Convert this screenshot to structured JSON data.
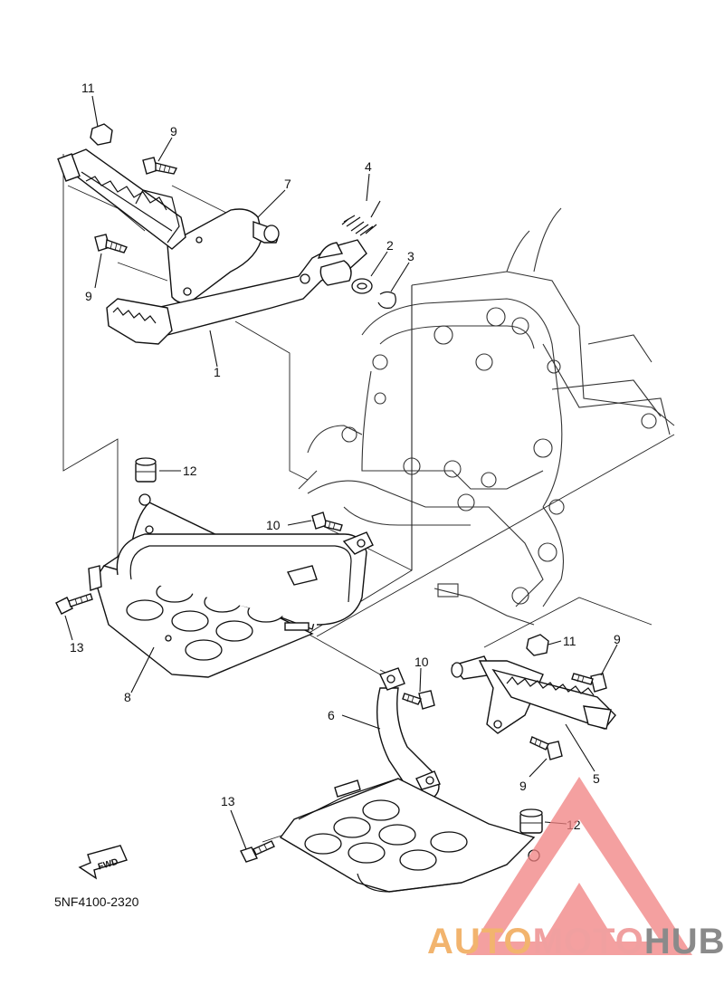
{
  "diagram_code": "5NF4100-2320",
  "fwd_label": "FWD",
  "watermark": {
    "part1": "AUTO",
    "part2": "MOTO",
    "part3": "HUB",
    "colors": {
      "auto": "#f2b46e",
      "moto": "#f0a0a0",
      "hub": "#8a8a8a",
      "logo": "#f08080"
    }
  },
  "callouts": {
    "c1": "1",
    "c2": "2",
    "c3": "3",
    "c4": "4",
    "c5": "5",
    "c6": "6",
    "c7": "7",
    "c8": "8",
    "c9a": "9",
    "c9b": "9",
    "c9c": "9",
    "c9d": "9",
    "c10a": "10",
    "c10b": "10",
    "c11a": "11",
    "c11b": "11",
    "c12a": "12",
    "c12b": "12",
    "c13a": "13",
    "c13b": "13"
  }
}
